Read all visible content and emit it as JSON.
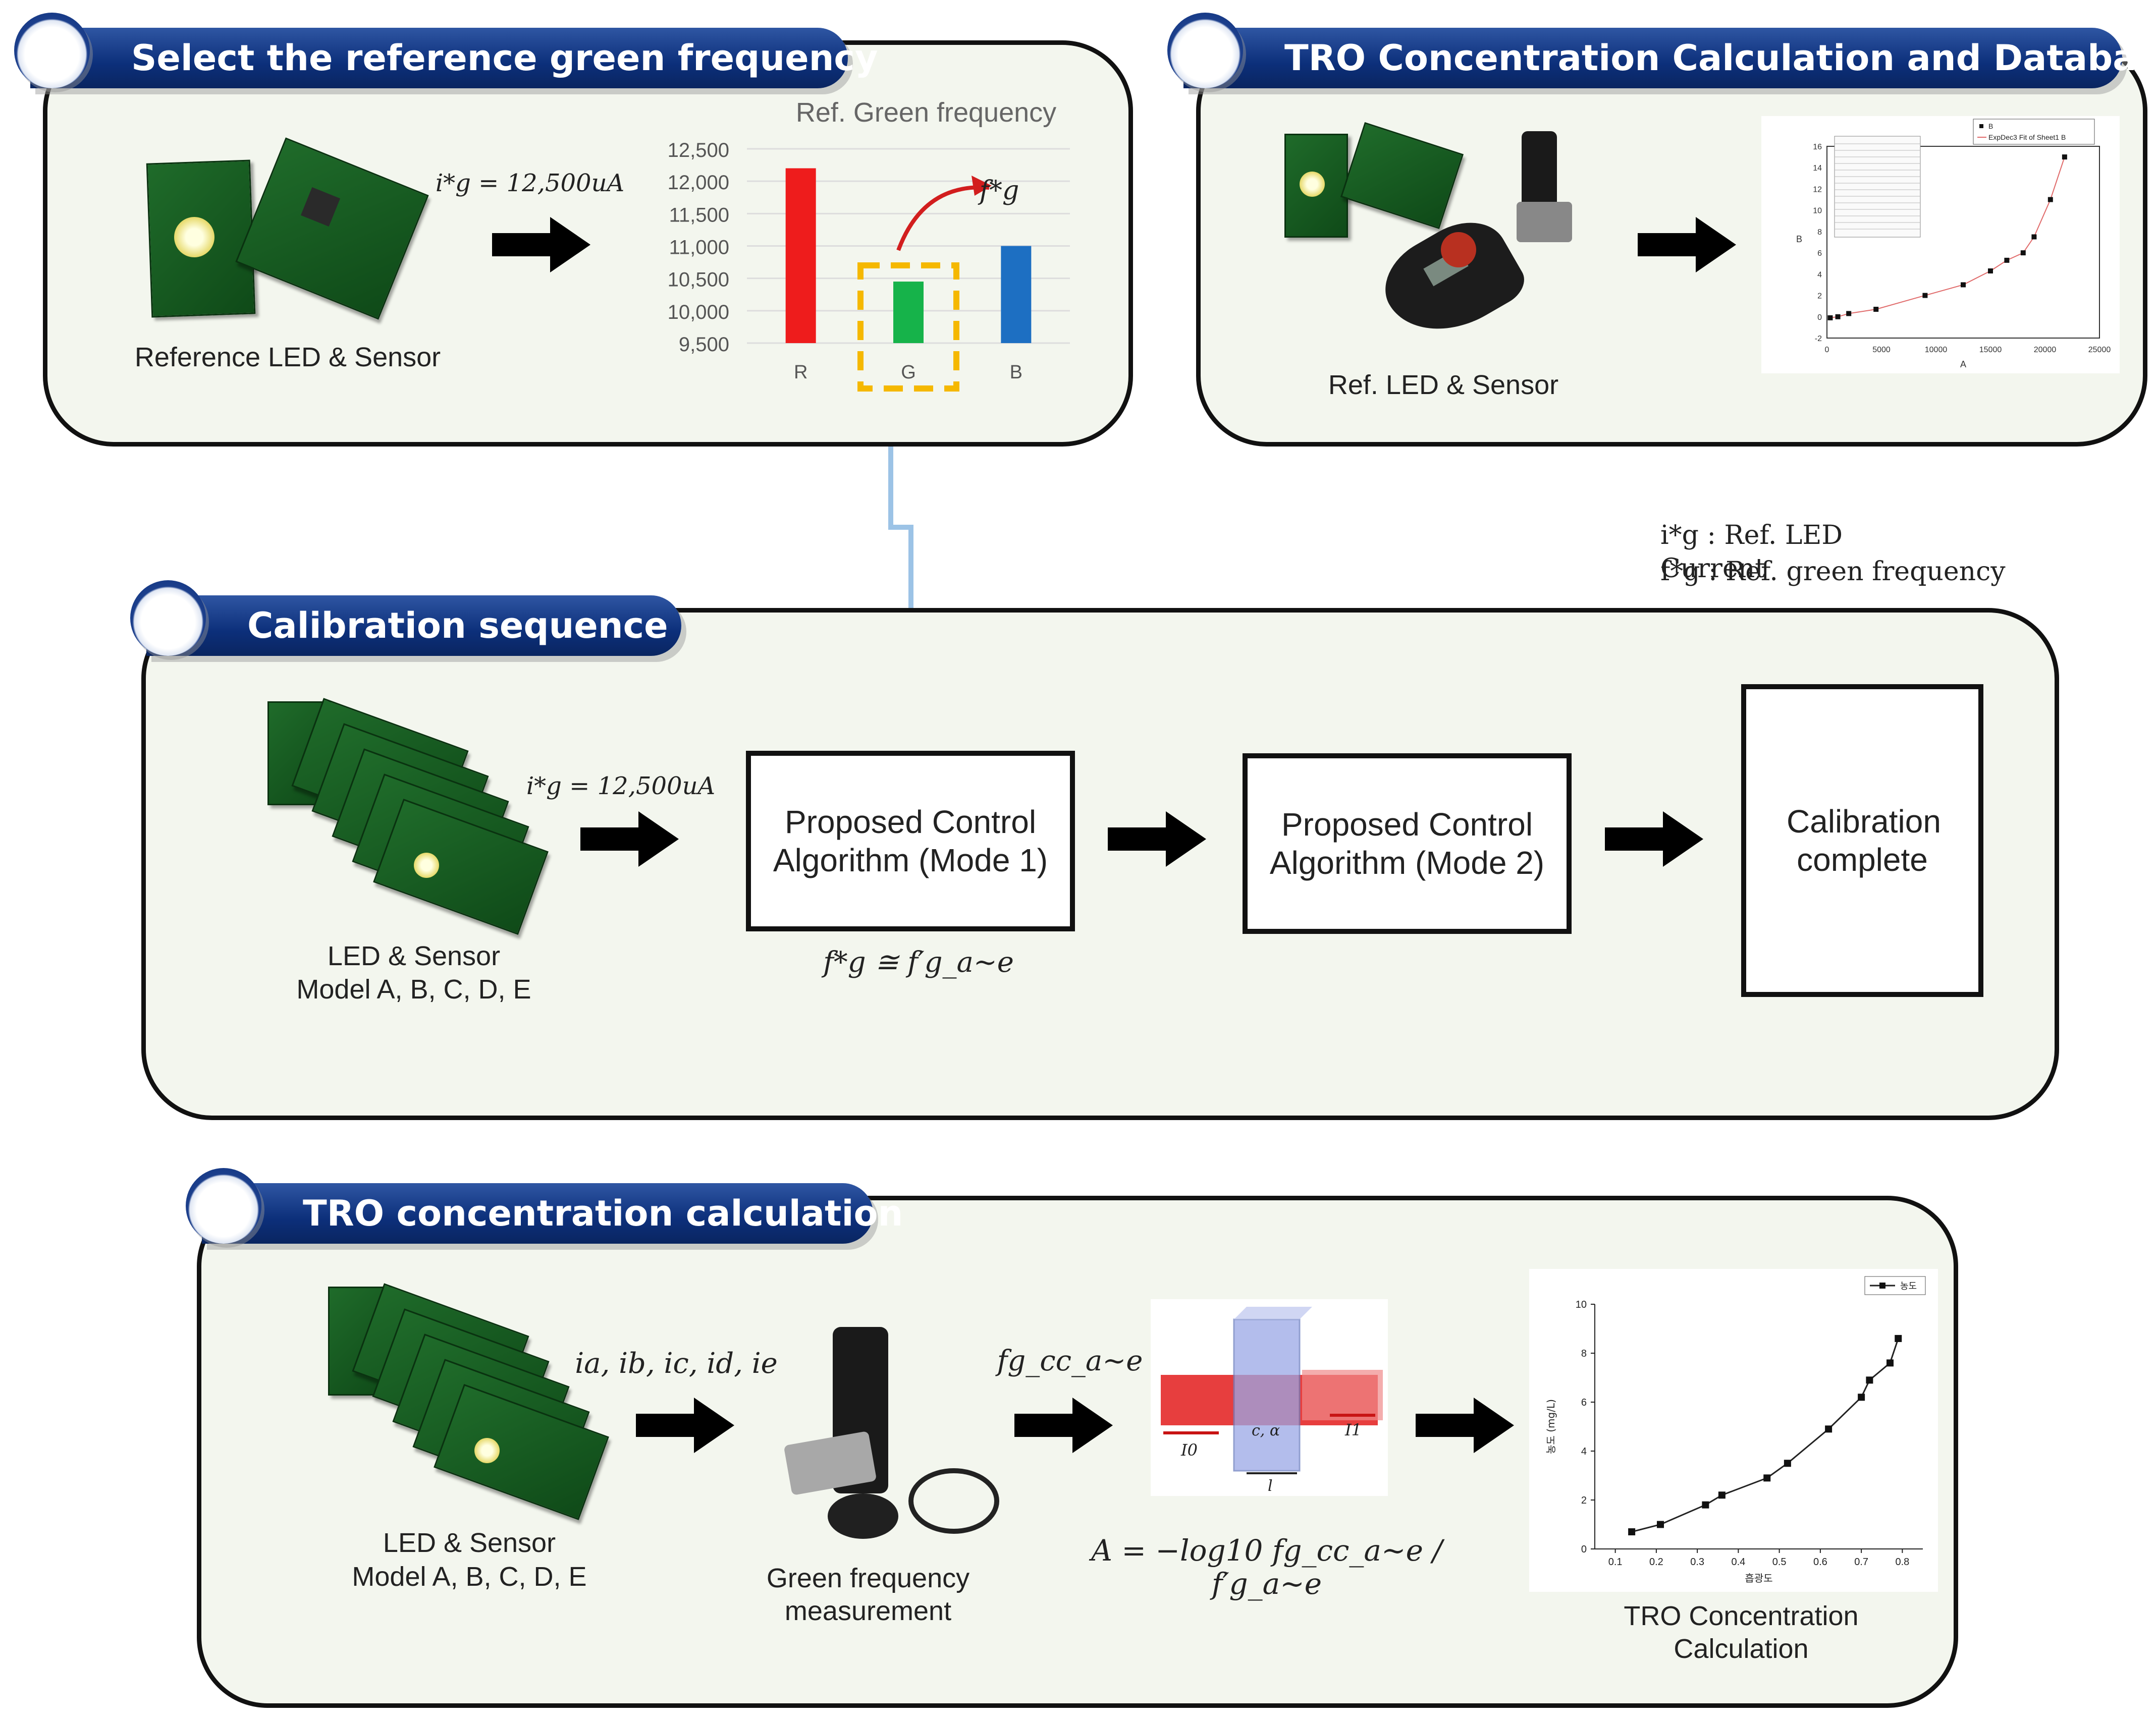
{
  "sections": {
    "select": {
      "title": "Select the reference green frequency"
    },
    "tro_db": {
      "title": "TRO Concentration Calculation and Database"
    },
    "calibration": {
      "title": "Calibration sequence"
    },
    "tro_calc": {
      "title": "TRO concentration calculation"
    }
  },
  "select": {
    "led_caption": "Reference LED & Sensor",
    "current_eq": "i*g = 12,500uA",
    "chart_label_fg": "f*g"
  },
  "tro_db": {
    "caption": "Ref. LED & Sensor"
  },
  "legend": {
    "ig": "i*g : Ref. LED Current",
    "fg": "f*g : Ref. green frequency"
  },
  "calibration": {
    "current_eq": "i*g = 12,500uA",
    "led_caption_1": "LED & Sensor",
    "led_caption_2": "Model A, B, C, D, E",
    "mode1": "Proposed Control Algorithm (Mode 1)",
    "mode2": "Proposed Control Algorithm (Mode 2)",
    "complete": "Calibration complete",
    "approx_eq": "f*g ≅ f′g_a~e"
  },
  "tro_calc": {
    "currents": "ia, ib, ic, id, ie",
    "led_caption_1": "LED & Sensor",
    "led_caption_2": "Model A, B, C, D, E",
    "measure_caption_1": "Green frequency",
    "measure_caption_2": "measurement",
    "freq_label": "fg_cc_a~e",
    "formula": "A = −log10 fg_cc_a~e / f′g_a~e",
    "result_caption_1": "TRO Concentration",
    "result_caption_2": "Calculation",
    "cuvette_labels": [
      "I0",
      "c, α",
      "I1",
      "l"
    ]
  },
  "colors": {
    "tab_blue": "#0c2f7a",
    "panel_fill": "#f3f6ee",
    "bar_red": "#ee1c1c",
    "bar_green": "#16b34a",
    "bar_blue": "#1d6fc2",
    "highlight_yellow": "#f5b800",
    "connector_blue": "#9cc3e6"
  },
  "chart_data": [
    {
      "type": "bar",
      "title": "Ref. Green frequency",
      "categories": [
        "R",
        "G",
        "B"
      ],
      "values": [
        12200,
        10450,
        11000
      ],
      "ylim": [
        9500,
        12500
      ],
      "yticks": [
        "12,500",
        "12,000",
        "11,500",
        "11,000",
        "10,500",
        "10,000",
        "9,500"
      ],
      "grid": true,
      "highlight": "G"
    },
    {
      "type": "scatter",
      "xlabel": "A",
      "ylabel": "B",
      "legend": [
        "B",
        "ExpDec3 Fit of Sheet1 B"
      ],
      "xticks": [
        "0",
        "5000",
        "10000",
        "15000",
        "20000",
        "25000"
      ],
      "yticks": [
        "-2",
        "0",
        "2",
        "4",
        "6",
        "8",
        "10",
        "12",
        "14",
        "16"
      ],
      "x": [
        300,
        1000,
        2000,
        4500,
        9000,
        12500,
        15000,
        16500,
        18000,
        19000,
        20500,
        21800
      ],
      "y": [
        -0.1,
        0.0,
        0.3,
        0.7,
        2.0,
        3.0,
        4.3,
        5.3,
        6.0,
        7.5,
        11.0,
        15.0
      ]
    },
    {
      "type": "line",
      "xlabel": "흡광도",
      "ylabel": "농도 (mg/L)",
      "legend": [
        "농도"
      ],
      "xticks": [
        "0.1",
        "0.2",
        "0.3",
        "0.4",
        "0.5",
        "0.6",
        "0.7",
        "0.8"
      ],
      "yticks": [
        "0",
        "2",
        "4",
        "6",
        "8",
        "10"
      ],
      "x": [
        0.14,
        0.21,
        0.32,
        0.36,
        0.47,
        0.52,
        0.62,
        0.7,
        0.72,
        0.77,
        0.79
      ],
      "y": [
        0.7,
        1.0,
        1.8,
        2.2,
        2.9,
        3.5,
        4.9,
        6.2,
        6.9,
        7.6,
        8.6
      ]
    }
  ]
}
